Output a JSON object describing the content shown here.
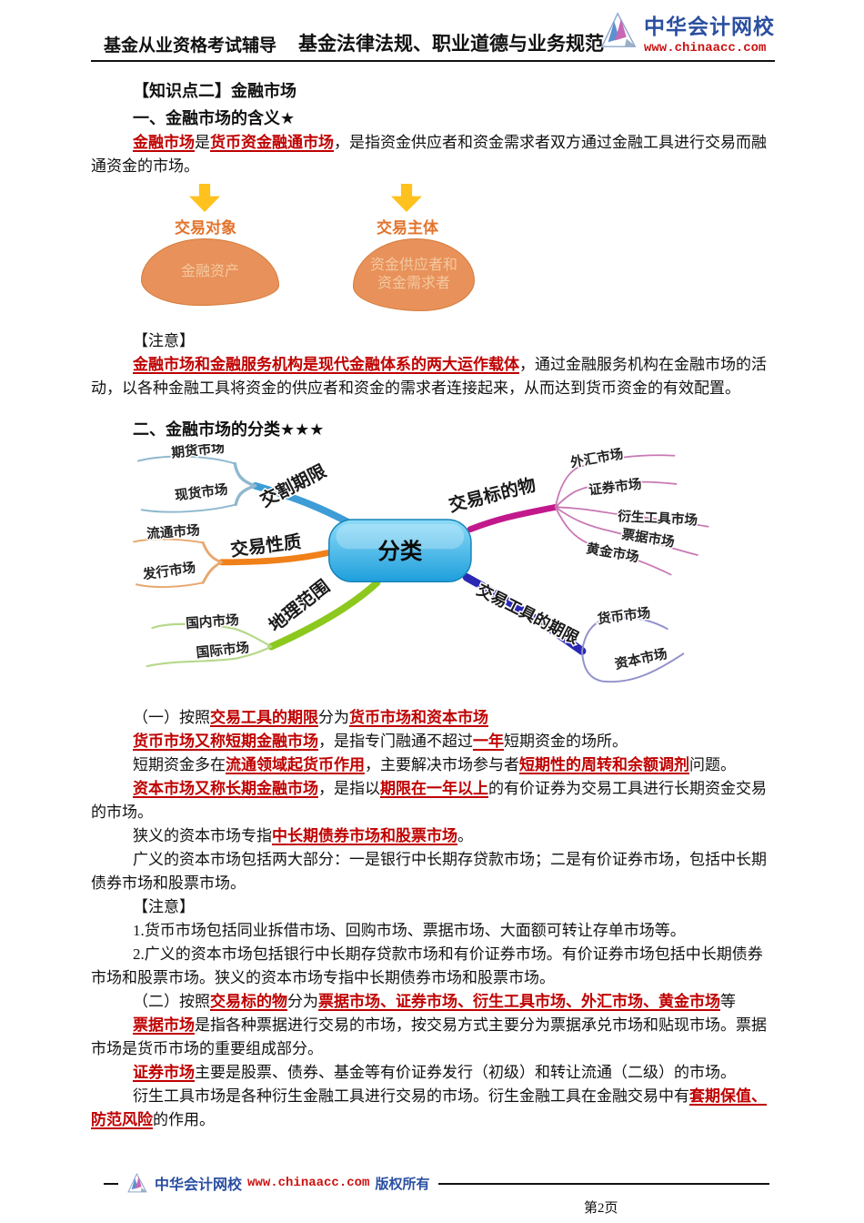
{
  "header": {
    "left_title": "基金从业资格考试辅导",
    "center_title": "基金法律法规、职业道德与业务规范",
    "brand": "中华会计网校",
    "brand_url": "www.chinaacc.com"
  },
  "content": {
    "intro": [
      {
        "kind": "kp",
        "runs": [
          {
            "t": "【知识点二】金融市场"
          }
        ]
      },
      {
        "kind": "h2",
        "runs": [
          {
            "t": "一、金融市场的含义★"
          }
        ]
      },
      {
        "kind": "p",
        "runs": [
          {
            "t": "金融市场",
            "hl": true
          },
          {
            "t": "是"
          },
          {
            "t": "货币资金融通市场",
            "hl": true
          },
          {
            "t": "，是指资金供应者和资金需求者双方通过金融工具进行交易而融通资金的市场。"
          }
        ]
      }
    ],
    "note1": [
      {
        "kind": "note",
        "runs": [
          {
            "t": "【注意】"
          }
        ]
      },
      {
        "kind": "p",
        "runs": [
          {
            "t": "金融市场和金融服务机构是现代金融体系的两大运作载体",
            "hl": true
          },
          {
            "t": "，通过金融服务机构在金融市场的活动，以各种金融工具将资金的供应者和资金的需求者连接起来，从而达到货币资金的有效配置。"
          }
        ]
      },
      {
        "kind": "h2",
        "runs": [
          {
            "t": "二、金融市场的分类★★★"
          }
        ]
      }
    ],
    "main": [
      {
        "kind": "p",
        "runs": [
          {
            "t": "（一）按照"
          },
          {
            "t": "交易工具的期限",
            "hl": true
          },
          {
            "t": "分为"
          },
          {
            "t": "货币市场和资本市场",
            "hl": true
          }
        ]
      },
      {
        "kind": "p",
        "runs": [
          {
            "t": "货币市场又称短期金融市场",
            "hl": true
          },
          {
            "t": "，是指专门融通不超过"
          },
          {
            "t": "一年",
            "hl": true
          },
          {
            "t": "短期资金的场所。"
          }
        ]
      },
      {
        "kind": "p",
        "runs": [
          {
            "t": "短期资金多在"
          },
          {
            "t": "流通领域起货币作用",
            "hl": true
          },
          {
            "t": "，主要解决市场参与者"
          },
          {
            "t": "短期性的周转和余额调剂",
            "hl": true
          },
          {
            "t": "问题。"
          }
        ]
      },
      {
        "kind": "p",
        "runs": [
          {
            "t": "资本市场又称长期金融市场",
            "hl": true
          },
          {
            "t": "，是指以"
          },
          {
            "t": "期限在一年以上",
            "hl": true
          },
          {
            "t": "的有价证券为交易工具进行长期资金交易的市场。"
          }
        ]
      },
      {
        "kind": "p",
        "runs": [
          {
            "t": "狭义的资本市场专指"
          },
          {
            "t": "中长期债券市场和股票市场",
            "hl": true
          },
          {
            "t": "。"
          }
        ]
      },
      {
        "kind": "p",
        "runs": [
          {
            "t": "广义的资本市场包括两大部分：一是银行中长期存贷款市场；二是有价证券市场，包括中长期债券市场和股票市场。"
          }
        ]
      },
      {
        "kind": "note",
        "runs": [
          {
            "t": "【注意】"
          }
        ]
      },
      {
        "kind": "p",
        "runs": [
          {
            "t": "1.货币市场包括同业拆借市场、回购市场、票据市场、大面额可转让存单市场等。"
          }
        ]
      },
      {
        "kind": "p",
        "runs": [
          {
            "t": "2.广义的资本市场包括银行中长期存贷款市场和有价证券市场。有价证券市场包括中长期债券市场和股票市场。狭义的资本市场专指中长期债券市场和股票市场。"
          }
        ]
      },
      {
        "kind": "p",
        "runs": [
          {
            "t": "（二）按照"
          },
          {
            "t": "交易标的物",
            "hl": true
          },
          {
            "t": "分为"
          },
          {
            "t": "票据市场、证券市场、衍生工具市场、外汇市场、黄金市场",
            "hl": true
          },
          {
            "t": "等"
          }
        ]
      },
      {
        "kind": "p",
        "runs": [
          {
            "t": "票据市场",
            "hl": true
          },
          {
            "t": "是指各种票据进行交易的市场，按交易方式主要分为票据承兑市场和贴现市场。票据市场是货币市场的重要组成部分。"
          }
        ]
      },
      {
        "kind": "p",
        "runs": [
          {
            "t": "证券市场",
            "hl": true
          },
          {
            "t": "主要是股票、债券、基金等有价证券发行（初级）和转让流通（二级）的市场。"
          }
        ]
      },
      {
        "kind": "p",
        "runs": [
          {
            "t": "衍生工具市场是各种衍生金融工具进行交易的市场。衍生金融工具在金融交易中有"
          },
          {
            "t": "套期保值、防范风险",
            "hl": true
          },
          {
            "t": "的作用。"
          }
        ]
      }
    ]
  },
  "diagram": {
    "items": [
      {
        "label": "交易对象",
        "blob_lines": [
          "金融资产"
        ]
      },
      {
        "label": "交易主体",
        "blob_lines": [
          "资金供应者和",
          "资金需求者"
        ]
      }
    ]
  },
  "mindmap": {
    "center": "分类",
    "branches": [
      {
        "name": "交割期限",
        "children": [
          "期货市场",
          "现货市场"
        ]
      },
      {
        "name": "交易性质",
        "children": [
          "流通市场",
          "发行市场"
        ]
      },
      {
        "name": "地理范围",
        "children": [
          "国内市场",
          "国际市场"
        ]
      },
      {
        "name": "交易标的物",
        "children": [
          "外汇市场",
          "证券市场",
          "衍生工具市场",
          "票据市场",
          "黄金市场"
        ]
      },
      {
        "name": "交易工具的期限",
        "children": [
          "货币市场",
          "资本市场"
        ]
      }
    ]
  },
  "footer": {
    "brand": "中华会计网校",
    "url": "www.chinaacc.com",
    "copyright": "版权所有",
    "page": "第2页"
  },
  "colors": {
    "accent_red": "#C00000",
    "logo_blue": "#2B4FA0",
    "logo_url_red": "#CC1111",
    "arrow_gold": "#FFC11E",
    "diagram_orange_label": "#E2742C",
    "blob_fill": "#E8915A",
    "blob_border": "#D57B39",
    "blob_text": "#F3C9A0",
    "node_blue_light": "#8EDBF8",
    "node_blue_dark": "#1E9FDC",
    "branch_blue": "#3E9CD6",
    "branch_blue_sub": "#8FB8CE",
    "branch_orange": "#F08019",
    "branch_orange_sub": "#E8A86E",
    "branch_green": "#8CC81E",
    "branch_green_sub": "#B5D88A",
    "branch_magenta": "#C2188C",
    "branch_magenta_sub": "#C878B4",
    "branch_navy": "#2B28B4",
    "branch_navy_sub": "#9090CC"
  }
}
